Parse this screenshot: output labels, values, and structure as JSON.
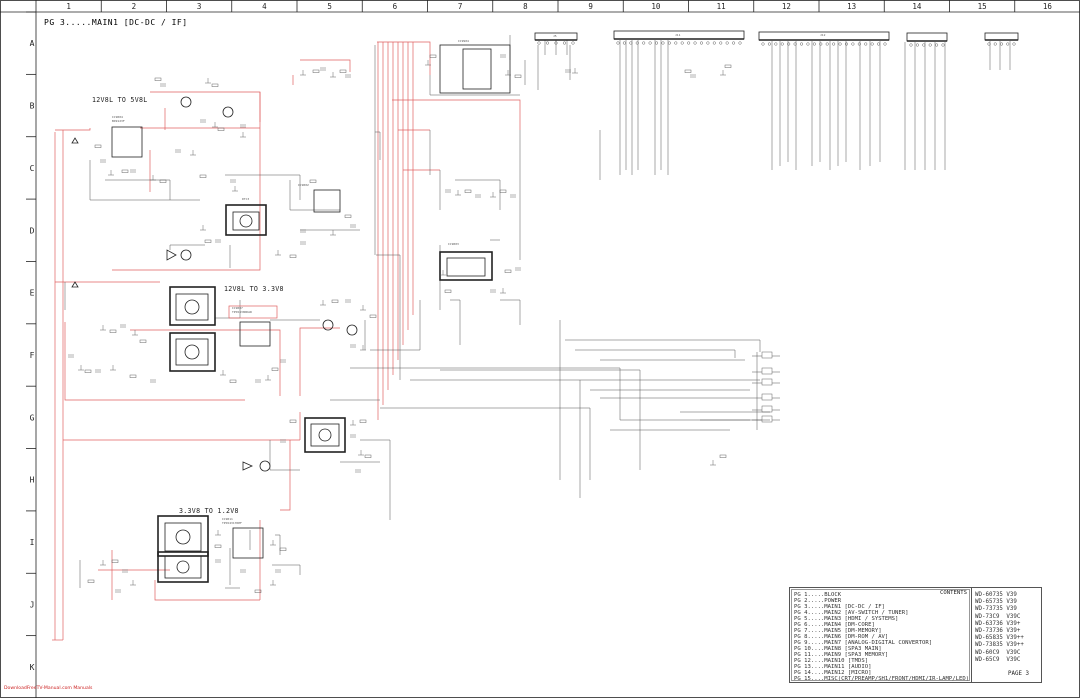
{
  "title": "PG 3.....MAIN1 [DC-DC / IF]",
  "grid": {
    "columns": [
      "1",
      "2",
      "3",
      "4",
      "5",
      "6",
      "7",
      "8",
      "9",
      "10",
      "11",
      "12",
      "13",
      "14",
      "15",
      "16"
    ],
    "rows": [
      "A",
      "B",
      "C",
      "D",
      "E",
      "F",
      "G",
      "H",
      "I",
      "J",
      "K"
    ]
  },
  "sections": {
    "s1": "12V8L TO 5V8L",
    "s2": "12V8L TO 3.3V8",
    "s3": "3.3V8 TO 1.2V8"
  },
  "contents": {
    "header": "CONTENTS",
    "lines": [
      "PG 1.....BLOCK",
      "PG 2.....POWER",
      "PG 3.....MAIN1 [DC-DC / IF]",
      "PG 4.....MAIN2 [AV-SWITCH / TUNER]",
      "PG 5.....MAIN3 [HDMI / SYSTEMS]",
      "PG 6.....MAIN4 [DM-CORE]",
      "PG 7.....MAIN5 [DM-MEMORY]",
      "PG 8.....MAIN6 [DM-ROM / AV]",
      "PG 9.....MAIN7 [ANALOG-DIGITAL CONVERTOR]",
      "PG 10....MAIN8 [SPA3 MAIN]",
      "PG 11....MAIN9 [SPA3 MEMORY]",
      "PG 12....MAIN10 [TMDS]",
      "PG 13....MAIN11 [AUDIO]",
      "PG 14....MAIN12 [MICRO]",
      "PG 15....MISC(CRT/PREAMP/SH1/FRONT/HDMI/IR-LAMP/LED)"
    ]
  },
  "models": [
    "WD-60735 V39",
    "WD-65735 V39",
    "WD-73735 V39",
    "WD-73C9  V39C",
    "WD-63736 V39+",
    "WD-73736 V39+",
    "WD-65835 V39++",
    "WD-73835 V39++",
    "WD-60C9  V39C",
    "WD-65C9  V39C"
  ],
  "page_label": "PAGE 3",
  "footer": "DownloadFreeTV-Manual.com Manuals"
}
